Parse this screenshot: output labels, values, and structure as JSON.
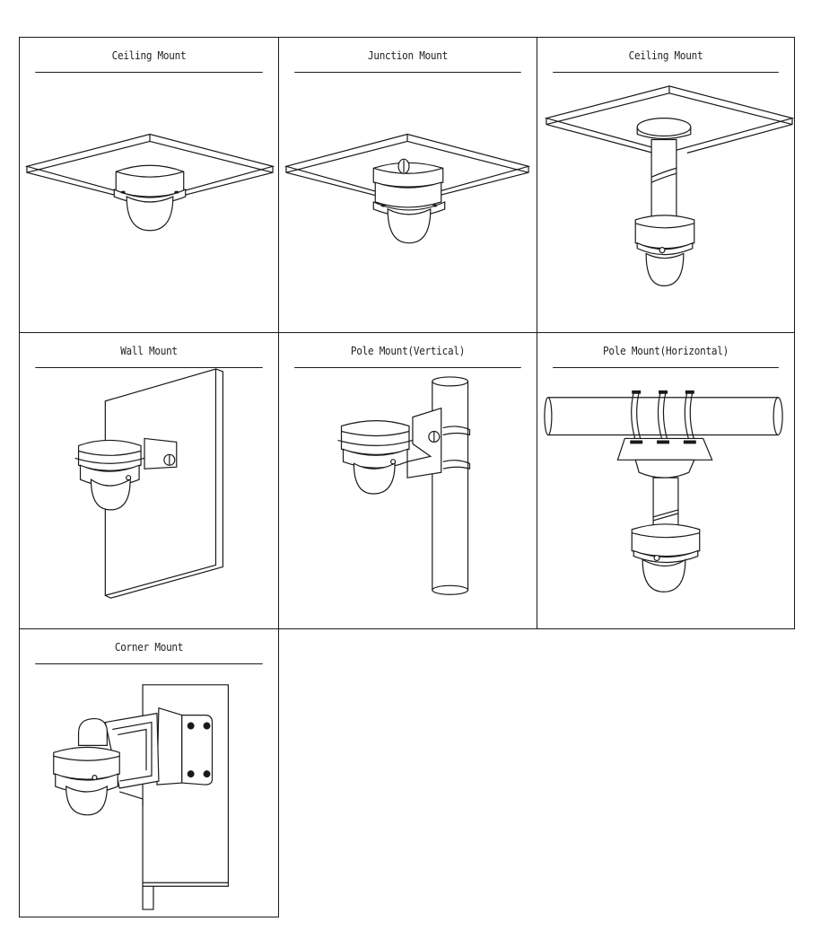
{
  "document": {
    "table": {
      "rows": [
        [
          {
            "label": "Ceiling Mount",
            "illustration": "ceiling-mount-direct"
          },
          {
            "label": "Junction Mount",
            "illustration": "junction-box-mount"
          },
          {
            "label": "Ceiling Mount",
            "illustration": "ceiling-mount-pendant"
          }
        ],
        [
          {
            "label": "Wall Mount",
            "illustration": "wall-mount"
          },
          {
            "label": "Pole Mount(Vertical)",
            "illustration": "pole-mount-vertical"
          },
          {
            "label": "Pole Mount(Horizontal)",
            "illustration": "pole-mount-horizontal"
          }
        ],
        [
          {
            "label": "Corner Mount",
            "illustration": "corner-mount"
          }
        ]
      ]
    }
  },
  "colors": {
    "line": "#1a1a1a",
    "background": "#ffffff"
  }
}
